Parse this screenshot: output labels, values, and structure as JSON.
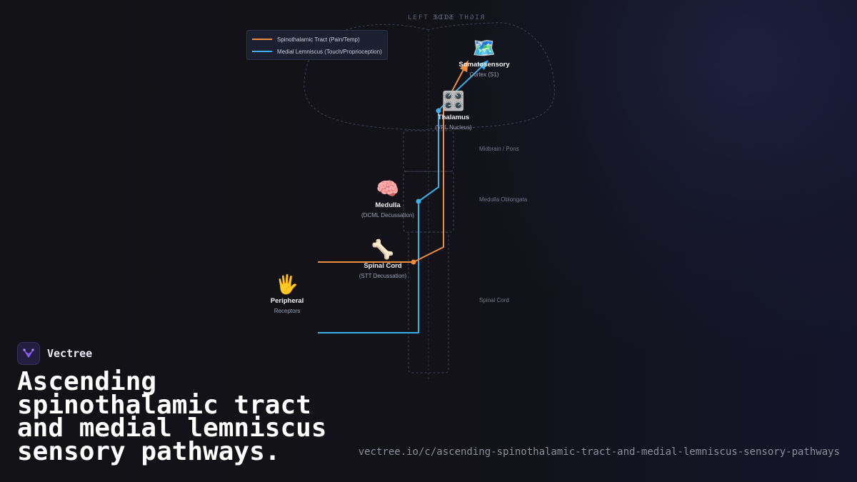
{
  "orientation": {
    "left": "LEFT SIDE",
    "right": "RIGHT SIDE"
  },
  "legend": {
    "items": [
      {
        "label": "Spinothalamic Tract (Pain/Temp)",
        "color": "#f28c3a"
      },
      {
        "label": "Medial Lemniscus (Touch/Proprioception)",
        "color": "#3aaee6"
      }
    ]
  },
  "nodes": {
    "cortex": {
      "icon": "🗺️",
      "name": "Somatosensory",
      "sub": "Cortex (S1)"
    },
    "thalamus": {
      "icon": "🎛️",
      "name": "Thalamus",
      "sub": "(VPL Nucleus)"
    },
    "medulla": {
      "icon": "🧠",
      "name": "Medulla",
      "sub": "(DCML Decussation)"
    },
    "spinal": {
      "icon": "🦴",
      "name": "Spinal Cord",
      "sub": "(STT Decussation)"
    },
    "receptor": {
      "icon": "🖐️",
      "name": "Peripheral",
      "sub": "Receptors"
    }
  },
  "regions": {
    "midbrain": "Midbrain / Pons",
    "medulla": "Medulla Oblongata",
    "spinal": "Spinal Cord"
  },
  "brand": {
    "name": "Vectree",
    "accent": "#8a5cf0"
  },
  "headline": "Ascending spinothalamic tract and medial lemniscus sensory pathways.",
  "url": "vectree.io/c/ascending-spinothalamic-tract-and-medial-lemniscus-sensory-pathways",
  "colors": {
    "spinothalamic": "#f28c3a",
    "lemniscus": "#3aaee6",
    "outline": "#3c4356"
  }
}
